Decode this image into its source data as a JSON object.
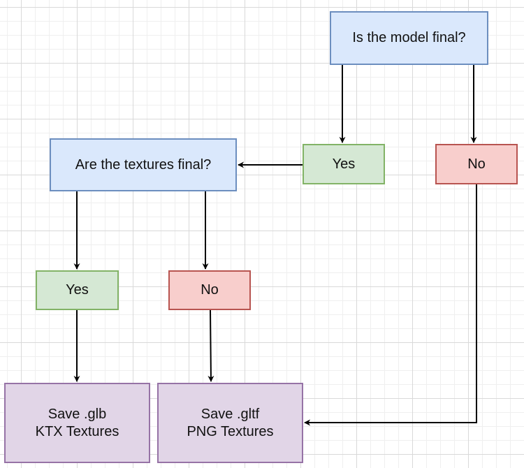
{
  "nodes": {
    "model_final": {
      "text": "Is the model final?"
    },
    "textures_final": {
      "text": "Are the textures final?"
    },
    "model_yes": {
      "text": "Yes"
    },
    "model_no": {
      "text": "No"
    },
    "textures_yes": {
      "text": "Yes"
    },
    "textures_no": {
      "text": "No"
    },
    "save_glb": {
      "text": "Save .glb\nKTX Textures"
    },
    "save_gltf": {
      "text": "Save .gltf\nPNG Textures"
    }
  },
  "edges": [
    {
      "from": "model_final",
      "to": "model_yes"
    },
    {
      "from": "model_final",
      "to": "model_no"
    },
    {
      "from": "model_yes",
      "to": "textures_final"
    },
    {
      "from": "textures_final",
      "to": "textures_yes"
    },
    {
      "from": "textures_final",
      "to": "textures_no"
    },
    {
      "from": "textures_yes",
      "to": "save_glb"
    },
    {
      "from": "textures_no",
      "to": "save_gltf"
    },
    {
      "from": "model_no",
      "to": "save_gltf"
    }
  ],
  "colors": {
    "question_fill": "#dae8fc",
    "question_stroke": "#6c8ebf",
    "yes_fill": "#d5e8d4",
    "yes_stroke": "#82b366",
    "no_fill": "#f8cecc",
    "no_stroke": "#b85450",
    "result_fill": "#e1d5e7",
    "result_stroke": "#9673a6",
    "connector": "#000000",
    "grid": "#d9d9d9"
  }
}
